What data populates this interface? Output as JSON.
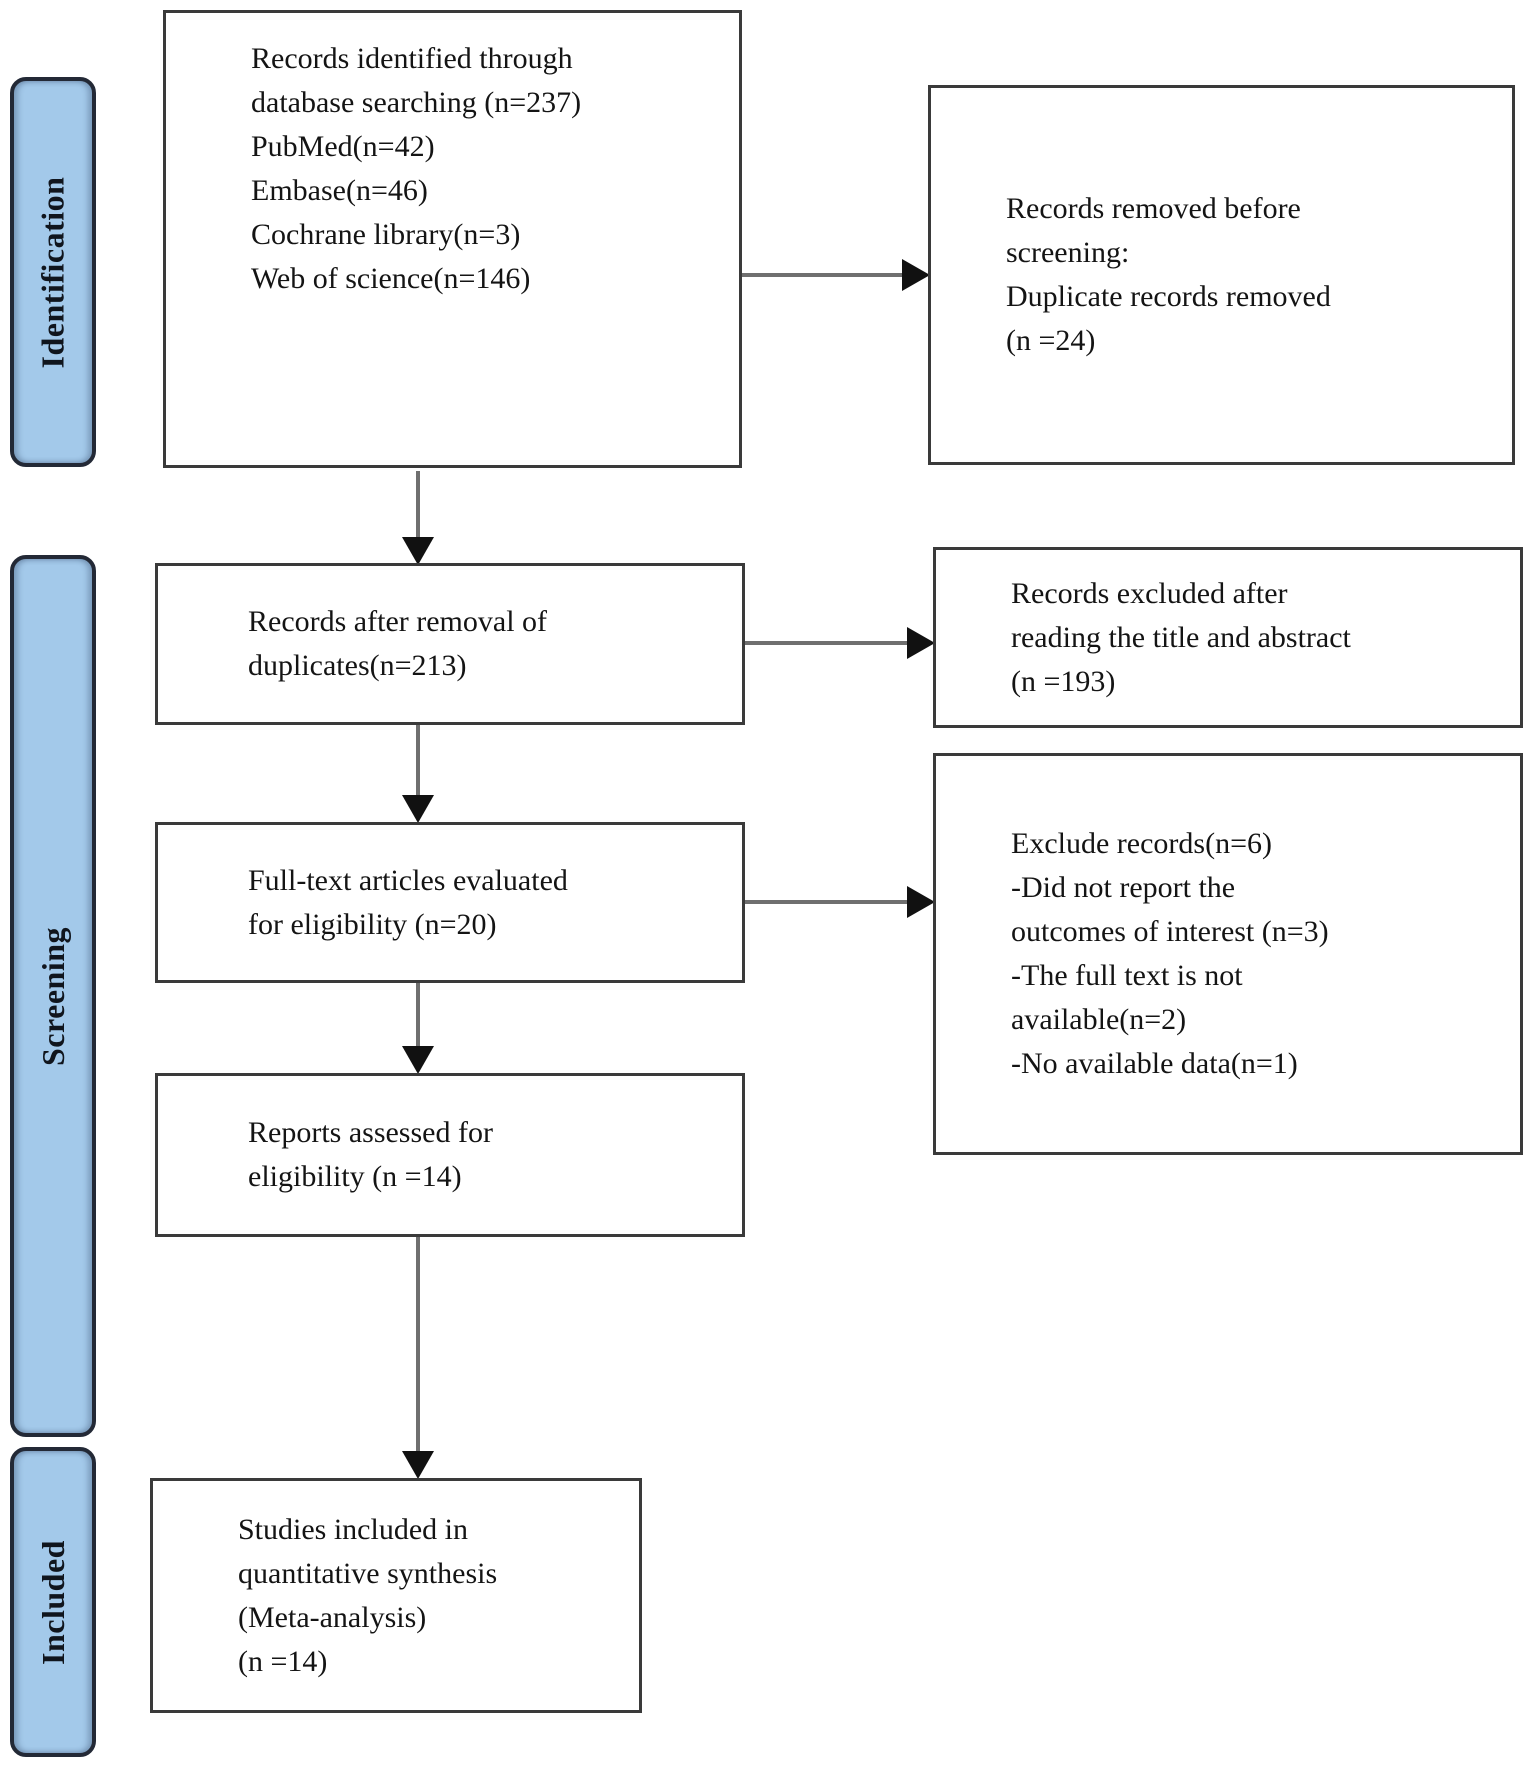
{
  "figure": {
    "type": "prisma-flow-diagram",
    "stages": {
      "identification": "Identification",
      "screening": "Screening",
      "included": "Included"
    },
    "flow_boxes": {
      "records_identified": {
        "lines": [
          "Records identified through",
          "database searching (n=237)",
          "PubMed(n=42)",
          "Embase(n=46)",
          "Cochrane library(n=3)",
          "Web of science(n=146)"
        ]
      },
      "records_after_duplicates": {
        "lines": [
          "Records after removal of",
          "duplicates(n=213)"
        ]
      },
      "fulltext_evaluated": {
        "lines": [
          "Full-text articles evaluated",
          "for eligibility (n=20)"
        ]
      },
      "reports_assessed": {
        "lines": [
          "Reports assessed for",
          "eligibility (n =14)"
        ]
      },
      "studies_included": {
        "lines": [
          "Studies included in",
          "quantitative synthesis",
          "(Meta-analysis)",
          "(n =14)"
        ]
      }
    },
    "exclusion_boxes": {
      "removed_before_screening": {
        "lines": [
          "Records removed before",
          "screening:",
          "Duplicate records removed",
          "(n =24)"
        ]
      },
      "excluded_title_abstract": {
        "lines": [
          "Records excluded after",
          "reading the title and abstract",
          "(n =193)"
        ]
      },
      "excluded_fulltext": {
        "lines": [
          "Exclude records(n=6)",
          "-Did not report the",
          "outcomes of interest (n=3)",
          "-The full text is not",
          "available(n=2)",
          "-No available data(n=1)"
        ]
      }
    },
    "colors": {
      "stage_fill": "#A3C9EA",
      "stage_border": "#232936",
      "box_border": "#3A3A3A",
      "connector_line": "#6F6F6F",
      "arrowhead": "#111111"
    }
  }
}
